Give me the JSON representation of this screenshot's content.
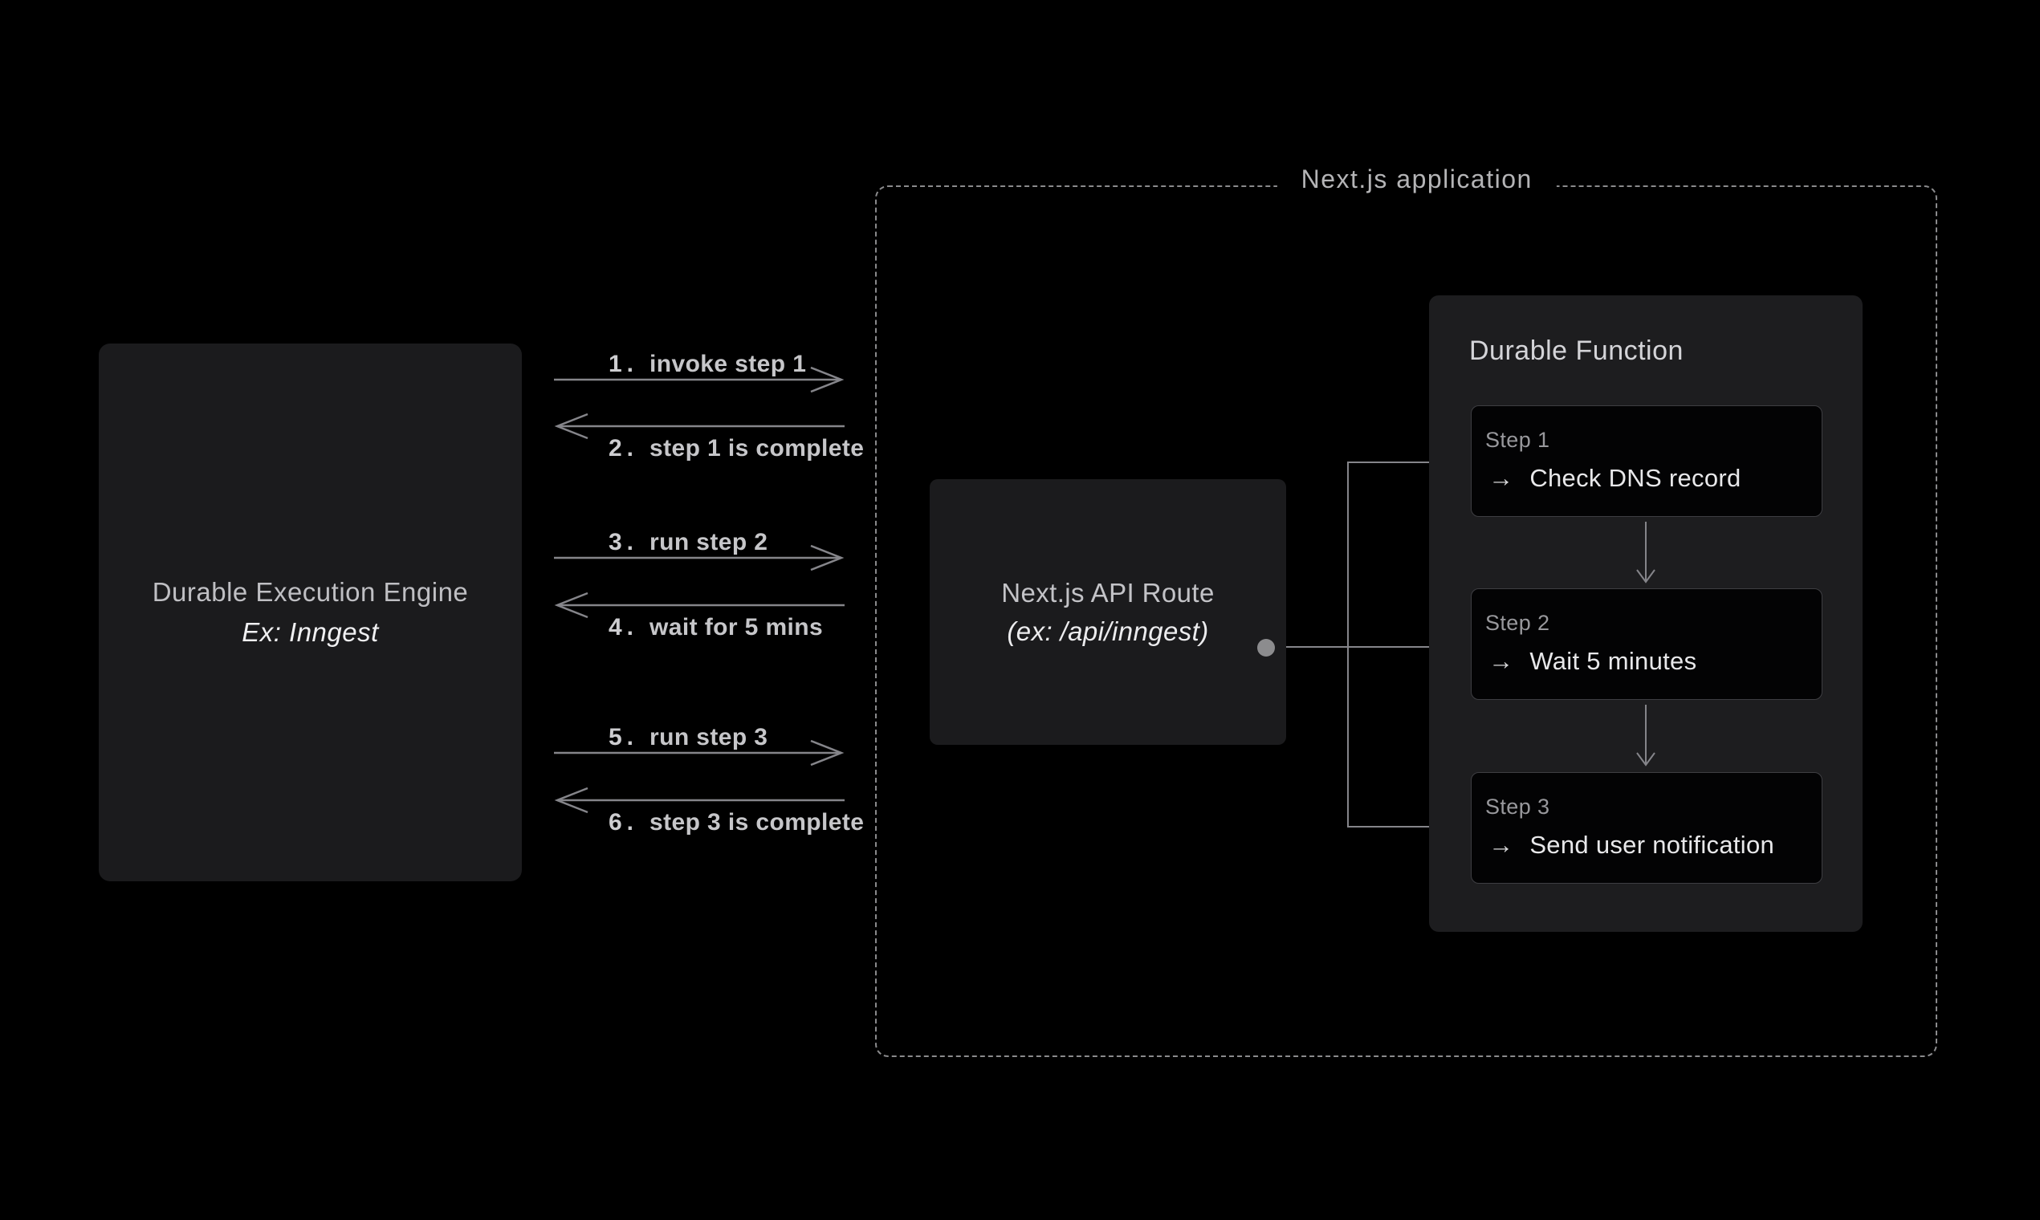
{
  "colors": {
    "background": "#000000",
    "panel_bg": "#1b1b1d",
    "card_bg": "#030304",
    "card_border": "#3e3e42",
    "line_gray": "#85858a",
    "dash_gray": "#8a8a8c",
    "label_gray": "#c6c6c9",
    "title_gray": "#bfbfc3",
    "bright_text": "#ececee"
  },
  "engine_box": {
    "title": "Durable Execution Engine",
    "subtitle": "Ex: Inngest"
  },
  "messages": [
    {
      "num": "1.",
      "text": "invoke step 1",
      "direction": "right"
    },
    {
      "num": "2.",
      "text": "step 1 is complete",
      "direction": "left"
    },
    {
      "num": "3.",
      "text": "run step 2",
      "direction": "right"
    },
    {
      "num": "4.",
      "text": "wait for 5 mins",
      "direction": "left"
    },
    {
      "num": "5.",
      "text": "run step 3",
      "direction": "right"
    },
    {
      "num": "6.",
      "text": "step 3 is complete",
      "direction": "left"
    }
  ],
  "nextjs_container": {
    "label": "Next.js application"
  },
  "api_route_box": {
    "title": "Next.js API Route",
    "subtitle": "(ex: /api/inngest)"
  },
  "durable_function": {
    "title": "Durable Function",
    "steps": [
      {
        "label": "Step 1",
        "arrow": "→",
        "text": "Check DNS record"
      },
      {
        "label": "Step 2",
        "arrow": "→",
        "text": "Wait 5 minutes"
      },
      {
        "label": "Step 3",
        "arrow": "→",
        "text": "Send user notification"
      }
    ]
  }
}
